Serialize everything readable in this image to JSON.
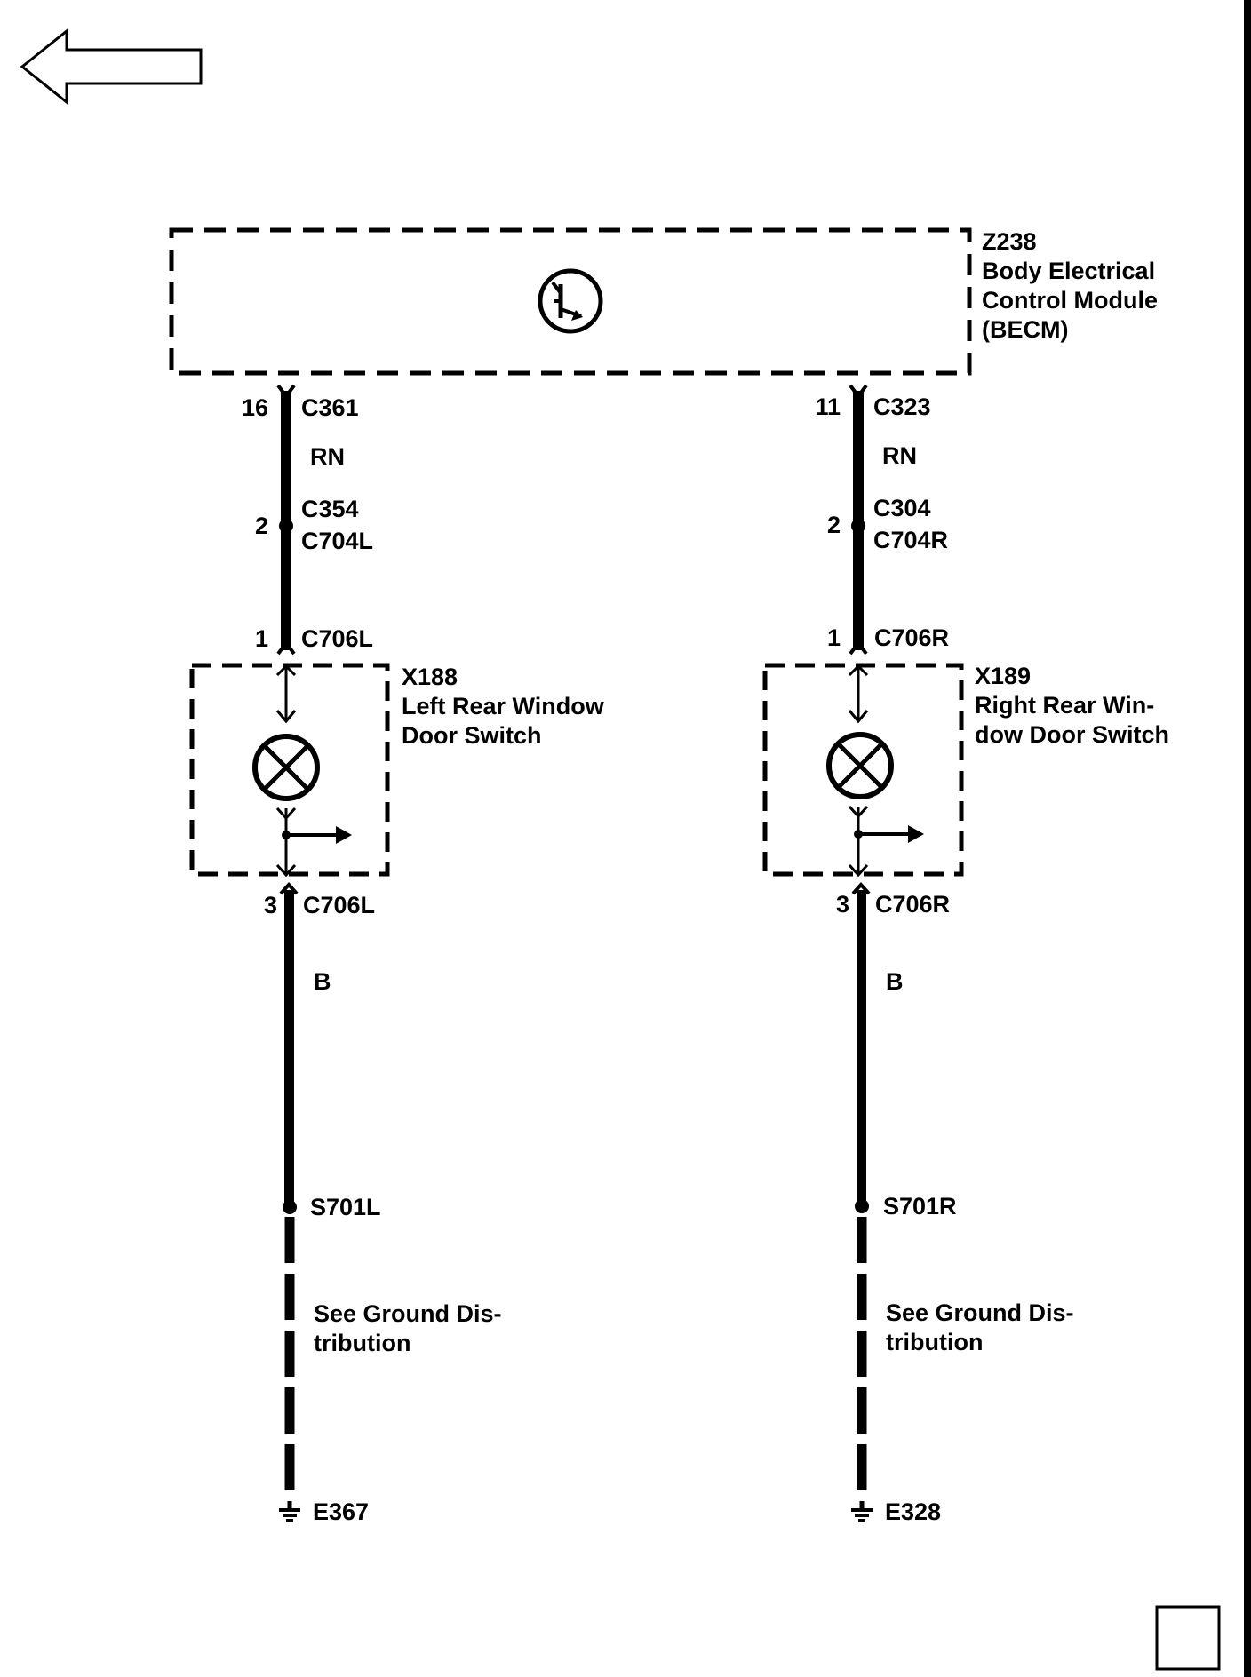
{
  "nav": {
    "back_arrow_icon": "left-arrow-icon",
    "corner_box_icon": "square-outline-icon"
  },
  "module": {
    "ref": "Z238",
    "name_line1": "Body Electrical",
    "name_line2": "Control Module",
    "name_line3": "(BECM)",
    "symbol_icon": "transistor-icon"
  },
  "left": {
    "top_pin": "16",
    "top_connector": "C361",
    "wire_color_top": "RN",
    "inline_pin": "2",
    "inline_conn_a": "C354",
    "inline_conn_b": "C704L",
    "switch_in_pin": "1",
    "switch_in_connector": "C706L",
    "switch_ref": "X188",
    "switch_name_line1": "Left Rear Window",
    "switch_name_line2": "Door Switch",
    "switch_out_pin": "3",
    "switch_out_connector": "C706L",
    "wire_color_bottom": "B",
    "splice": "S701L",
    "note_line1": "See Ground Dis-",
    "note_line2": "tribution",
    "ground": "E367"
  },
  "right": {
    "top_pin": "11",
    "top_connector": "C323",
    "wire_color_top": "RN",
    "inline_pin": "2",
    "inline_conn_a": "C304",
    "inline_conn_b": "C704R",
    "switch_in_pin": "1",
    "switch_in_connector": "C706R",
    "switch_ref": "X189",
    "switch_name_line1": "Right Rear Win-",
    "switch_name_line2": "dow Door Switch",
    "switch_out_pin": "3",
    "switch_out_connector": "C706R",
    "wire_color_bottom": "B",
    "splice": "S701R",
    "note_line1": "See Ground Dis-",
    "note_line2": "tribution",
    "ground": "E328"
  }
}
